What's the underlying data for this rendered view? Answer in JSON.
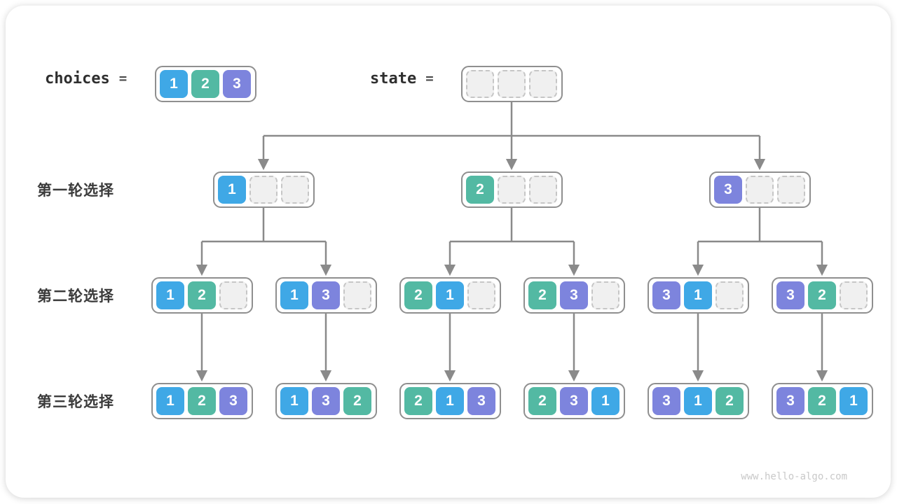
{
  "palette": {
    "1": "#3FA8E6",
    "2": "#53B9A3",
    "3": "#7D84DD",
    "empty_fill": "#F0F0F0",
    "empty_border": "#C6C6C6",
    "node_border": "#8F8F8F",
    "arrow": "#8A8A8A"
  },
  "header": {
    "choices_label": "choices",
    "choices_equals": "=",
    "choices_values": [
      1,
      2,
      3
    ],
    "state_label": "state",
    "state_equals": "=",
    "state_values": [
      null,
      null,
      null
    ]
  },
  "tree": {
    "row_labels": [
      "第一轮选择",
      "第二轮选择",
      "第三轮选择"
    ],
    "levels": [
      [
        [
          1,
          null,
          null
        ],
        [
          2,
          null,
          null
        ],
        [
          3,
          null,
          null
        ]
      ],
      [
        [
          1,
          2,
          null
        ],
        [
          1,
          3,
          null
        ],
        [
          2,
          1,
          null
        ],
        [
          2,
          3,
          null
        ],
        [
          3,
          1,
          null
        ],
        [
          3,
          2,
          null
        ]
      ],
      [
        [
          1,
          2,
          3
        ],
        [
          1,
          3,
          2
        ],
        [
          2,
          1,
          3
        ],
        [
          2,
          3,
          1
        ],
        [
          3,
          1,
          2
        ],
        [
          3,
          2,
          1
        ]
      ]
    ],
    "edges": {
      "root_to_level1": [
        0,
        1,
        2
      ],
      "level1_to_level2": [
        [
          0,
          1
        ],
        [
          2,
          3
        ],
        [
          4,
          5
        ]
      ],
      "level2_to_level3": [
        0,
        1,
        2,
        3,
        4,
        5
      ]
    }
  },
  "watermark": "www.hello-algo.com"
}
